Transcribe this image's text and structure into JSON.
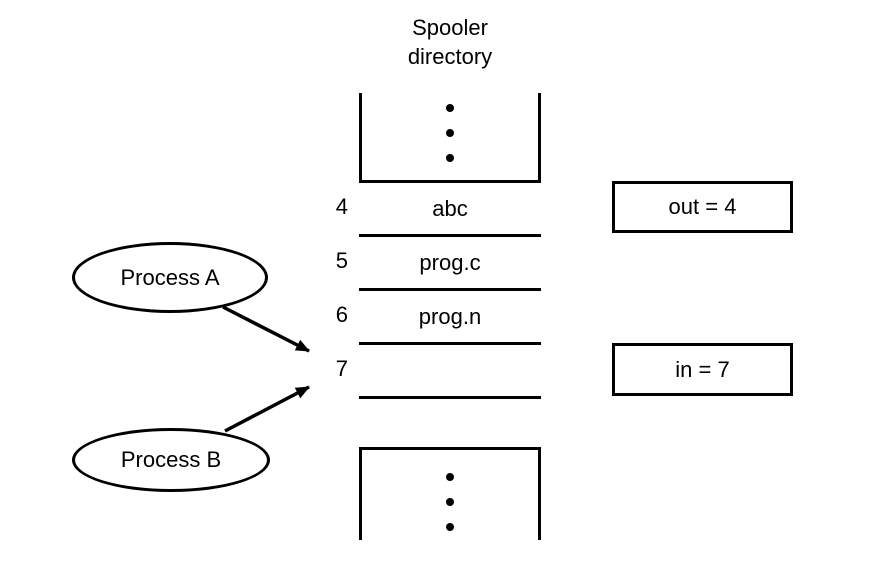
{
  "diagram": {
    "title_lines": [
      "Spooler",
      "directory"
    ],
    "slots": [
      {
        "index": "4",
        "content": "abc"
      },
      {
        "index": "5",
        "content": "prog.c"
      },
      {
        "index": "6",
        "content": "prog.n"
      },
      {
        "index": "7",
        "content": ""
      },
      {
        "index": "",
        "content": ""
      }
    ],
    "pointers": {
      "out_label": "out = 4",
      "in_label": "in = 7"
    },
    "processes": {
      "a_label": "Process A",
      "b_label": "Process B"
    },
    "icons": {
      "vertical_ellipsis_glyph": "•"
    },
    "colors": {
      "ink": "#000000",
      "background": "#ffffff"
    }
  }
}
